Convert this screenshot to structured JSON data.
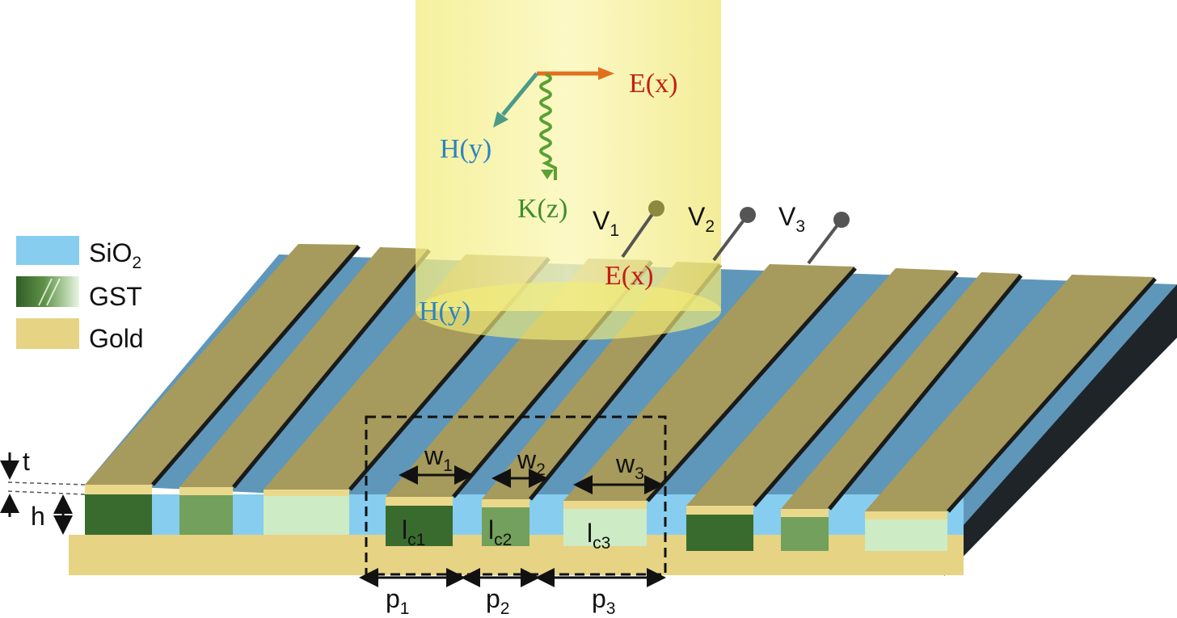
{
  "legend": [
    {
      "text": "SiO",
      "sub": "2",
      "color": "#87cdef"
    },
    {
      "text": "GST",
      "sub": "",
      "color": "#3a6b2e"
    },
    {
      "text": "Gold",
      "sub": "",
      "color": "#e6d384"
    }
  ],
  "field_labels": {
    "e_top": "E(x)",
    "h_top": "H(y)",
    "k_top": "K(z)",
    "e_surface": "E(x)",
    "h_surface": "H(y)"
  },
  "voltages": [
    {
      "text": "V",
      "sub": "1"
    },
    {
      "text": "V",
      "sub": "2"
    },
    {
      "text": "V",
      "sub": "3"
    }
  ],
  "widths": [
    {
      "text": "w",
      "sub": "1"
    },
    {
      "text": "w",
      "sub": "2"
    },
    {
      "text": "w",
      "sub": "3"
    }
  ],
  "lengths": [
    {
      "text": "l",
      "sub": "c1"
    },
    {
      "text": "l",
      "sub": "c2"
    },
    {
      "text": "l",
      "sub": "c3"
    }
  ],
  "periods": [
    {
      "text": "p",
      "sub": "1"
    },
    {
      "text": "p",
      "sub": "2"
    },
    {
      "text": "p",
      "sub": "3"
    }
  ],
  "thickness_labels": {
    "t": "t",
    "h": "h"
  },
  "colors": {
    "gold_top": "#a69a5c",
    "gold_side": "#ead98a",
    "substrate": "#e6d384",
    "sio2": "#87cdef",
    "sio2_top": "#5f97ba",
    "gst_dark": "#3a6b2e",
    "gst_mid": "#73a05c",
    "gst_light": "#cdebc4",
    "beam": "#f5f08c",
    "e_color": "#c41e12",
    "h_color": "#2b83c6",
    "k_color": "#3e8c2c"
  }
}
